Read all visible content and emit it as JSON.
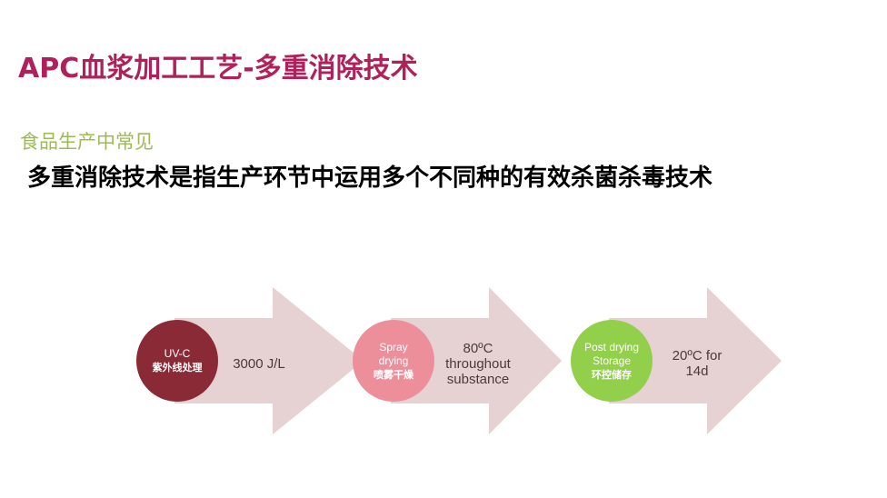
{
  "title": "APC血浆加工工艺-多重消除技术",
  "subtitle": "食品生产中常见",
  "statement": "多重消除技术是指生产环节中运用多个不同种的有效杀菌杀毒技术",
  "colors": {
    "title": "#b0205a",
    "subtitle": "#9dbb55",
    "arrow": "#e6d2d3",
    "step1_circle": "#8a2a36",
    "step2_circle": "#ec8f9b",
    "step3_circle": "#92cf4b"
  },
  "steps": [
    {
      "label_en": "UV-C",
      "label_en2": "",
      "label_cn": "紫外线处理",
      "value": "3000 J/L"
    },
    {
      "label_en": "Spray",
      "label_en2": "drying",
      "label_cn": "喷雾干燥",
      "value": "80ºC\nthroughout\nsubstance"
    },
    {
      "label_en": "Post drying",
      "label_en2": "Storage",
      "label_cn": "环控储存",
      "value": "20ºC for\n14d"
    }
  ]
}
